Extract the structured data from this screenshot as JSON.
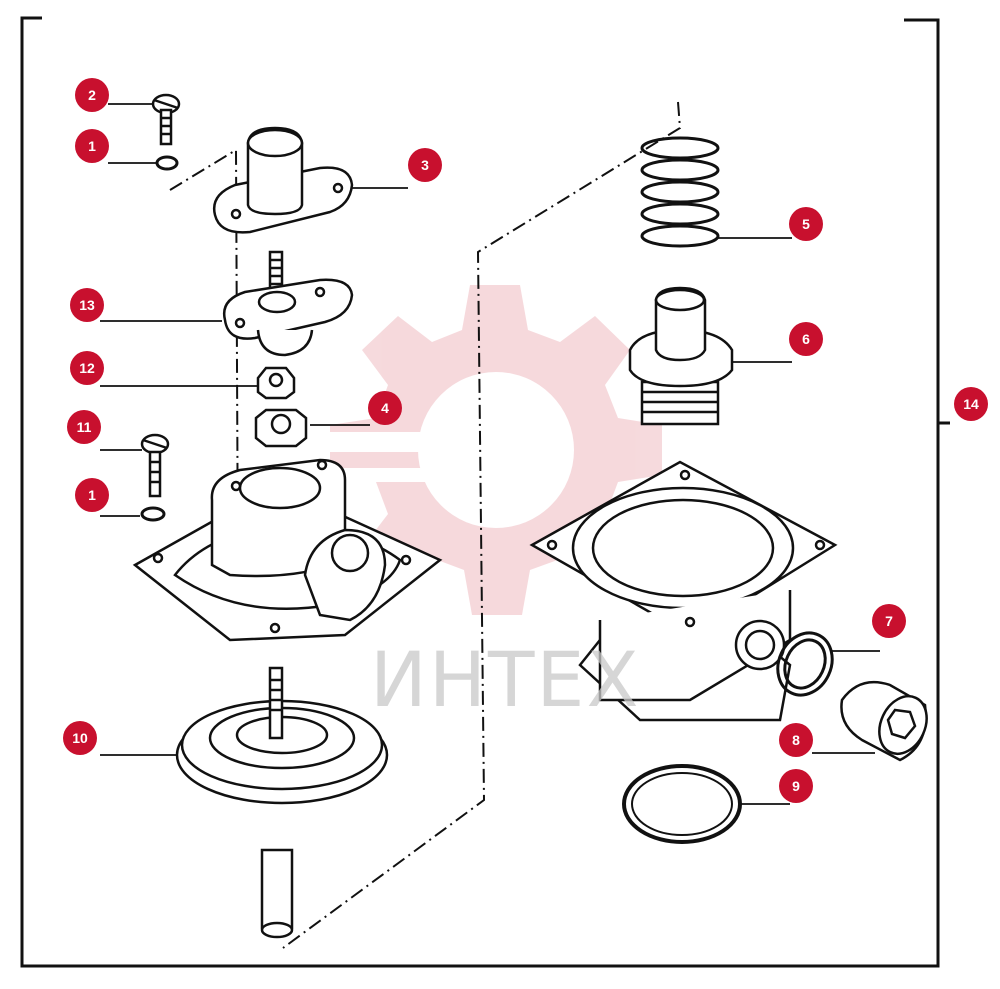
{
  "diagram": {
    "callouts": [
      {
        "id": "c2",
        "label": "2"
      },
      {
        "id": "c1a",
        "label": "1"
      },
      {
        "id": "c3",
        "label": "3"
      },
      {
        "id": "c13",
        "label": "13"
      },
      {
        "id": "c12",
        "label": "12"
      },
      {
        "id": "c4",
        "label": "4"
      },
      {
        "id": "c11",
        "label": "11"
      },
      {
        "id": "c1b",
        "label": "1"
      },
      {
        "id": "c10",
        "label": "10"
      },
      {
        "id": "c5",
        "label": "5"
      },
      {
        "id": "c6",
        "label": "6"
      },
      {
        "id": "c14",
        "label": "14"
      },
      {
        "id": "c7",
        "label": "7"
      },
      {
        "id": "c8",
        "label": "8"
      },
      {
        "id": "c9",
        "label": "9"
      }
    ],
    "watermark": "ИНТЕХ",
    "colors": {
      "callout": "#c8102e",
      "ink": "#111111",
      "watermark": "#e8b9bf"
    }
  }
}
